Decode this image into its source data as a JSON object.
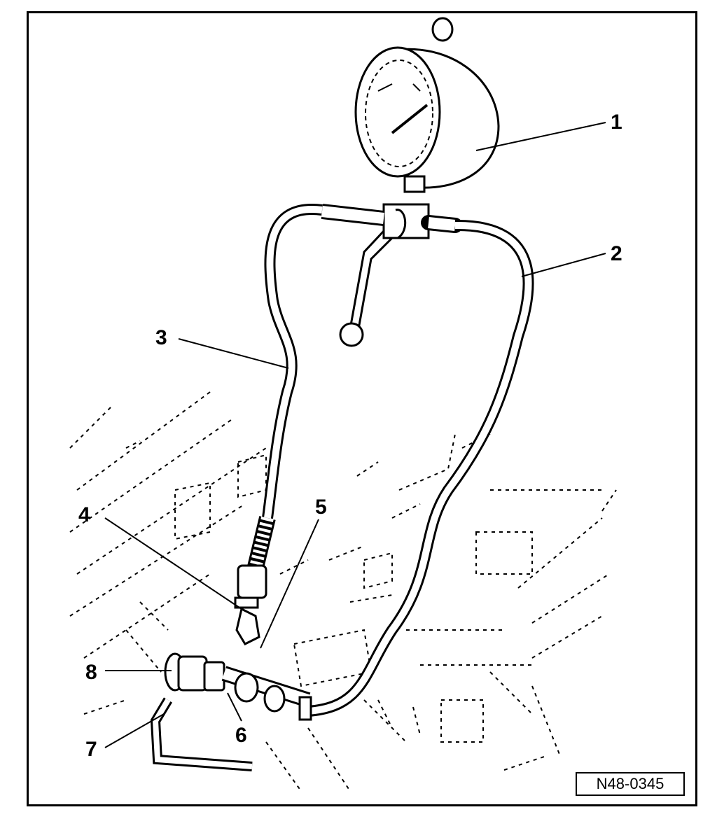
{
  "callouts": [
    {
      "id": "1",
      "label": "1"
    },
    {
      "id": "2",
      "label": "2"
    },
    {
      "id": "3",
      "label": "3"
    },
    {
      "id": "4",
      "label": "4"
    },
    {
      "id": "5",
      "label": "5"
    },
    {
      "id": "6",
      "label": "6"
    },
    {
      "id": "7",
      "label": "7"
    },
    {
      "id": "8",
      "label": "8"
    }
  ],
  "figure_ref": "N48-0345"
}
